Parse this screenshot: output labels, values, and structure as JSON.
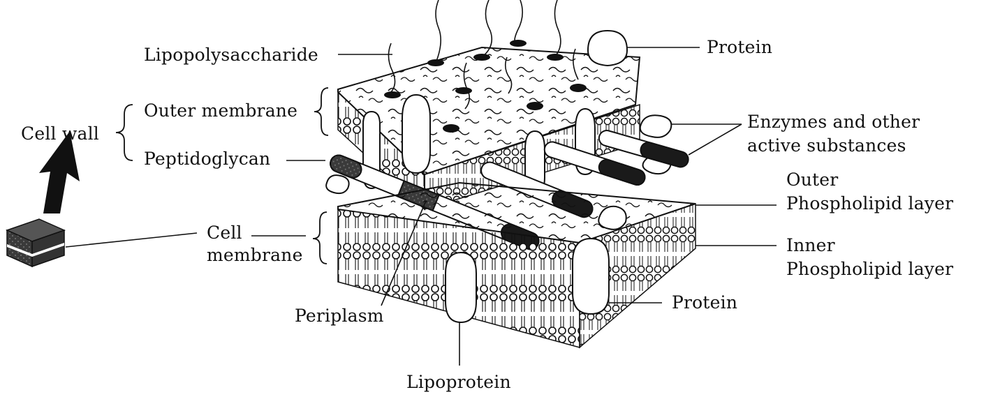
{
  "labels": {
    "lipopolysaccharide": "Lipopolysaccharide",
    "outer_membrane": "Outer membrane",
    "cell_wall": "Cell wall",
    "peptidoglycan": "Peptidoglycan",
    "cell_membrane_1": "Cell",
    "cell_membrane_2": "membrane",
    "periplasm": "Periplasm",
    "lipoprotein": "Lipoprotein",
    "protein_top": "Protein",
    "enzymes_1": "Enzymes and other",
    "enzymes_2": "active substances",
    "outer_layer_1": "Outer",
    "outer_layer_2": "Phospholipid layer",
    "inner_layer_1": "Inner",
    "inner_layer_2": "Phospholipid layer",
    "protein_bottom": "Protein"
  },
  "colors": {
    "ink": "#111111",
    "dark_band": "#1a1a1a",
    "icon_dark": "#333333",
    "background": "#ffffff"
  }
}
